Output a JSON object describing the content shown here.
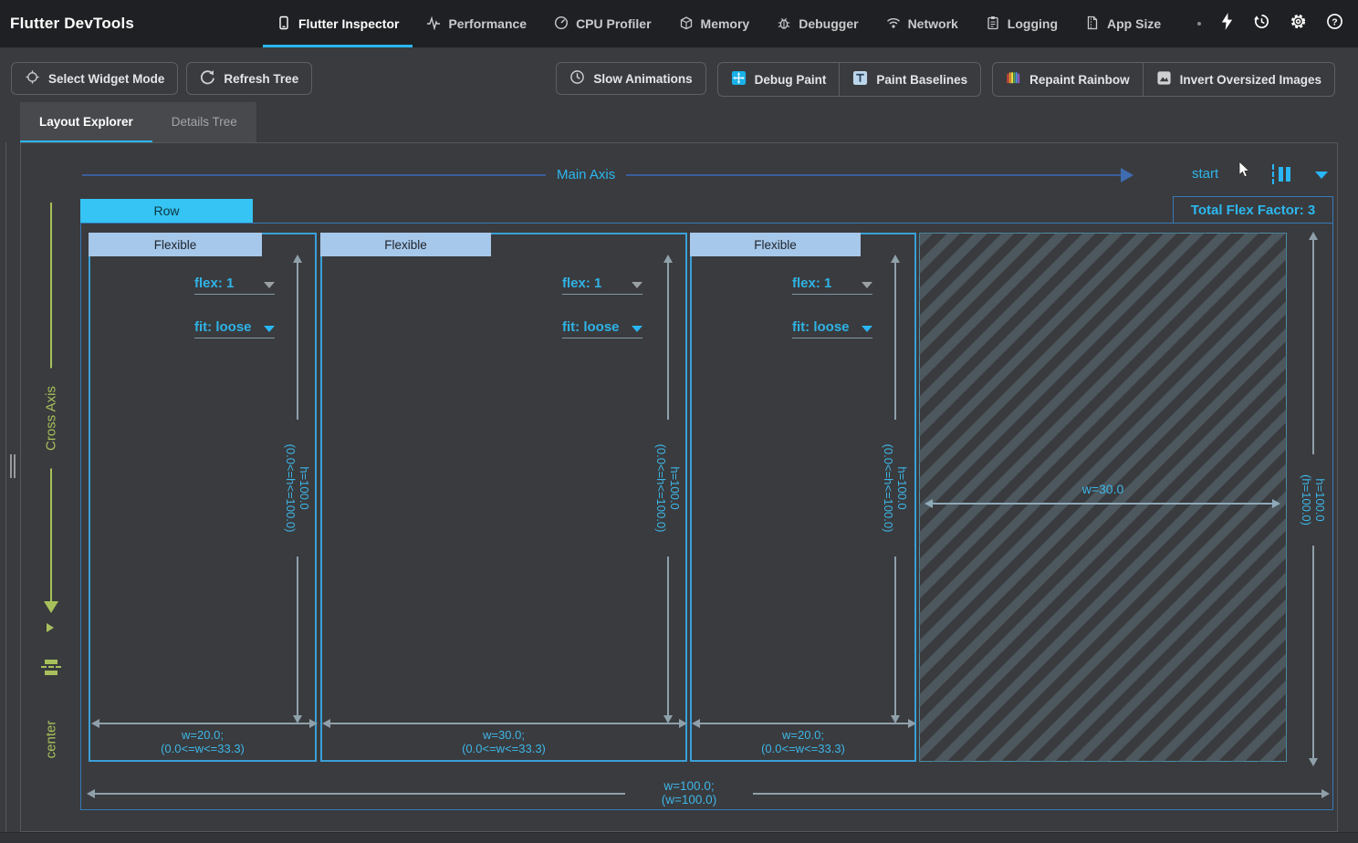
{
  "app": {
    "title": "Flutter DevTools"
  },
  "nav": {
    "tabs": [
      {
        "label": "Flutter Inspector",
        "icon": "phone-icon",
        "active": true
      },
      {
        "label": "Performance",
        "icon": "pulse-icon"
      },
      {
        "label": "CPU Profiler",
        "icon": "gauge-icon"
      },
      {
        "label": "Memory",
        "icon": "package-icon"
      },
      {
        "label": "Debugger",
        "icon": "bug-icon"
      },
      {
        "label": "Network",
        "icon": "wifi-icon"
      },
      {
        "label": "Logging",
        "icon": "clipboard-icon"
      },
      {
        "label": "App Size",
        "icon": "file-icon"
      }
    ],
    "action_icons": [
      "dot-separator",
      "bolt-icon",
      "history-icon",
      "gear-icon",
      "help-icon"
    ]
  },
  "toolbar": {
    "select_widget_mode": "Select Widget Mode",
    "refresh_tree": "Refresh Tree",
    "slow_animations": "Slow Animations",
    "debug_paint": "Debug Paint",
    "paint_baselines": "Paint Baselines",
    "repaint_rainbow": "Repaint Rainbow",
    "invert_oversized_images": "Invert Oversized Images"
  },
  "explorer": {
    "tab_layout": "Layout Explorer",
    "tab_details": "Details Tree",
    "main_axis_label": "Main Axis",
    "main_axis_alignment": "start",
    "cross_axis_label": "Cross Axis",
    "cross_axis_alignment": "center",
    "row": {
      "title": "Row",
      "total_flex": "Total Flex Factor: 3",
      "width": "w=100.0;",
      "width_constraint": "(w=100.0)",
      "height": "h=100.0",
      "height_constraint": "(h=100.0)"
    },
    "children": [
      {
        "title": "Flexible",
        "flex": "flex: 1",
        "fit": "fit: loose",
        "height": "h=100.0",
        "height_constraint": "(0.0<=h<=100.0)",
        "width": "w=20.0;",
        "width_constraint": "(0.0<=w<=33.3)"
      },
      {
        "title": "Flexible",
        "flex": "flex: 1",
        "fit": "fit: loose",
        "height": "h=100.0",
        "height_constraint": "(0.0<=h<=100.0)",
        "width": "w=30.0;",
        "width_constraint": "(0.0<=w<=33.3)"
      },
      {
        "title": "Flexible",
        "flex": "flex: 1",
        "fit": "fit: loose",
        "height": "h=100.0",
        "height_constraint": "(0.0<=h<=100.0)",
        "width": "w=20.0;",
        "width_constraint": "(0.0<=w<=33.3)"
      }
    ],
    "free_space": {
      "width": "w=30.0"
    }
  },
  "colors": {
    "accent_cyan": "#29b6f6",
    "row_header_bg": "#35c4f3",
    "child_header_bg": "#a6c8ea",
    "cross_axis_green": "#a8c05c",
    "border_blue": "#3579b8",
    "child_border": "#3aa0d8",
    "topbar_bg": "#1f2023",
    "page_bg": "#3a3b3e"
  }
}
